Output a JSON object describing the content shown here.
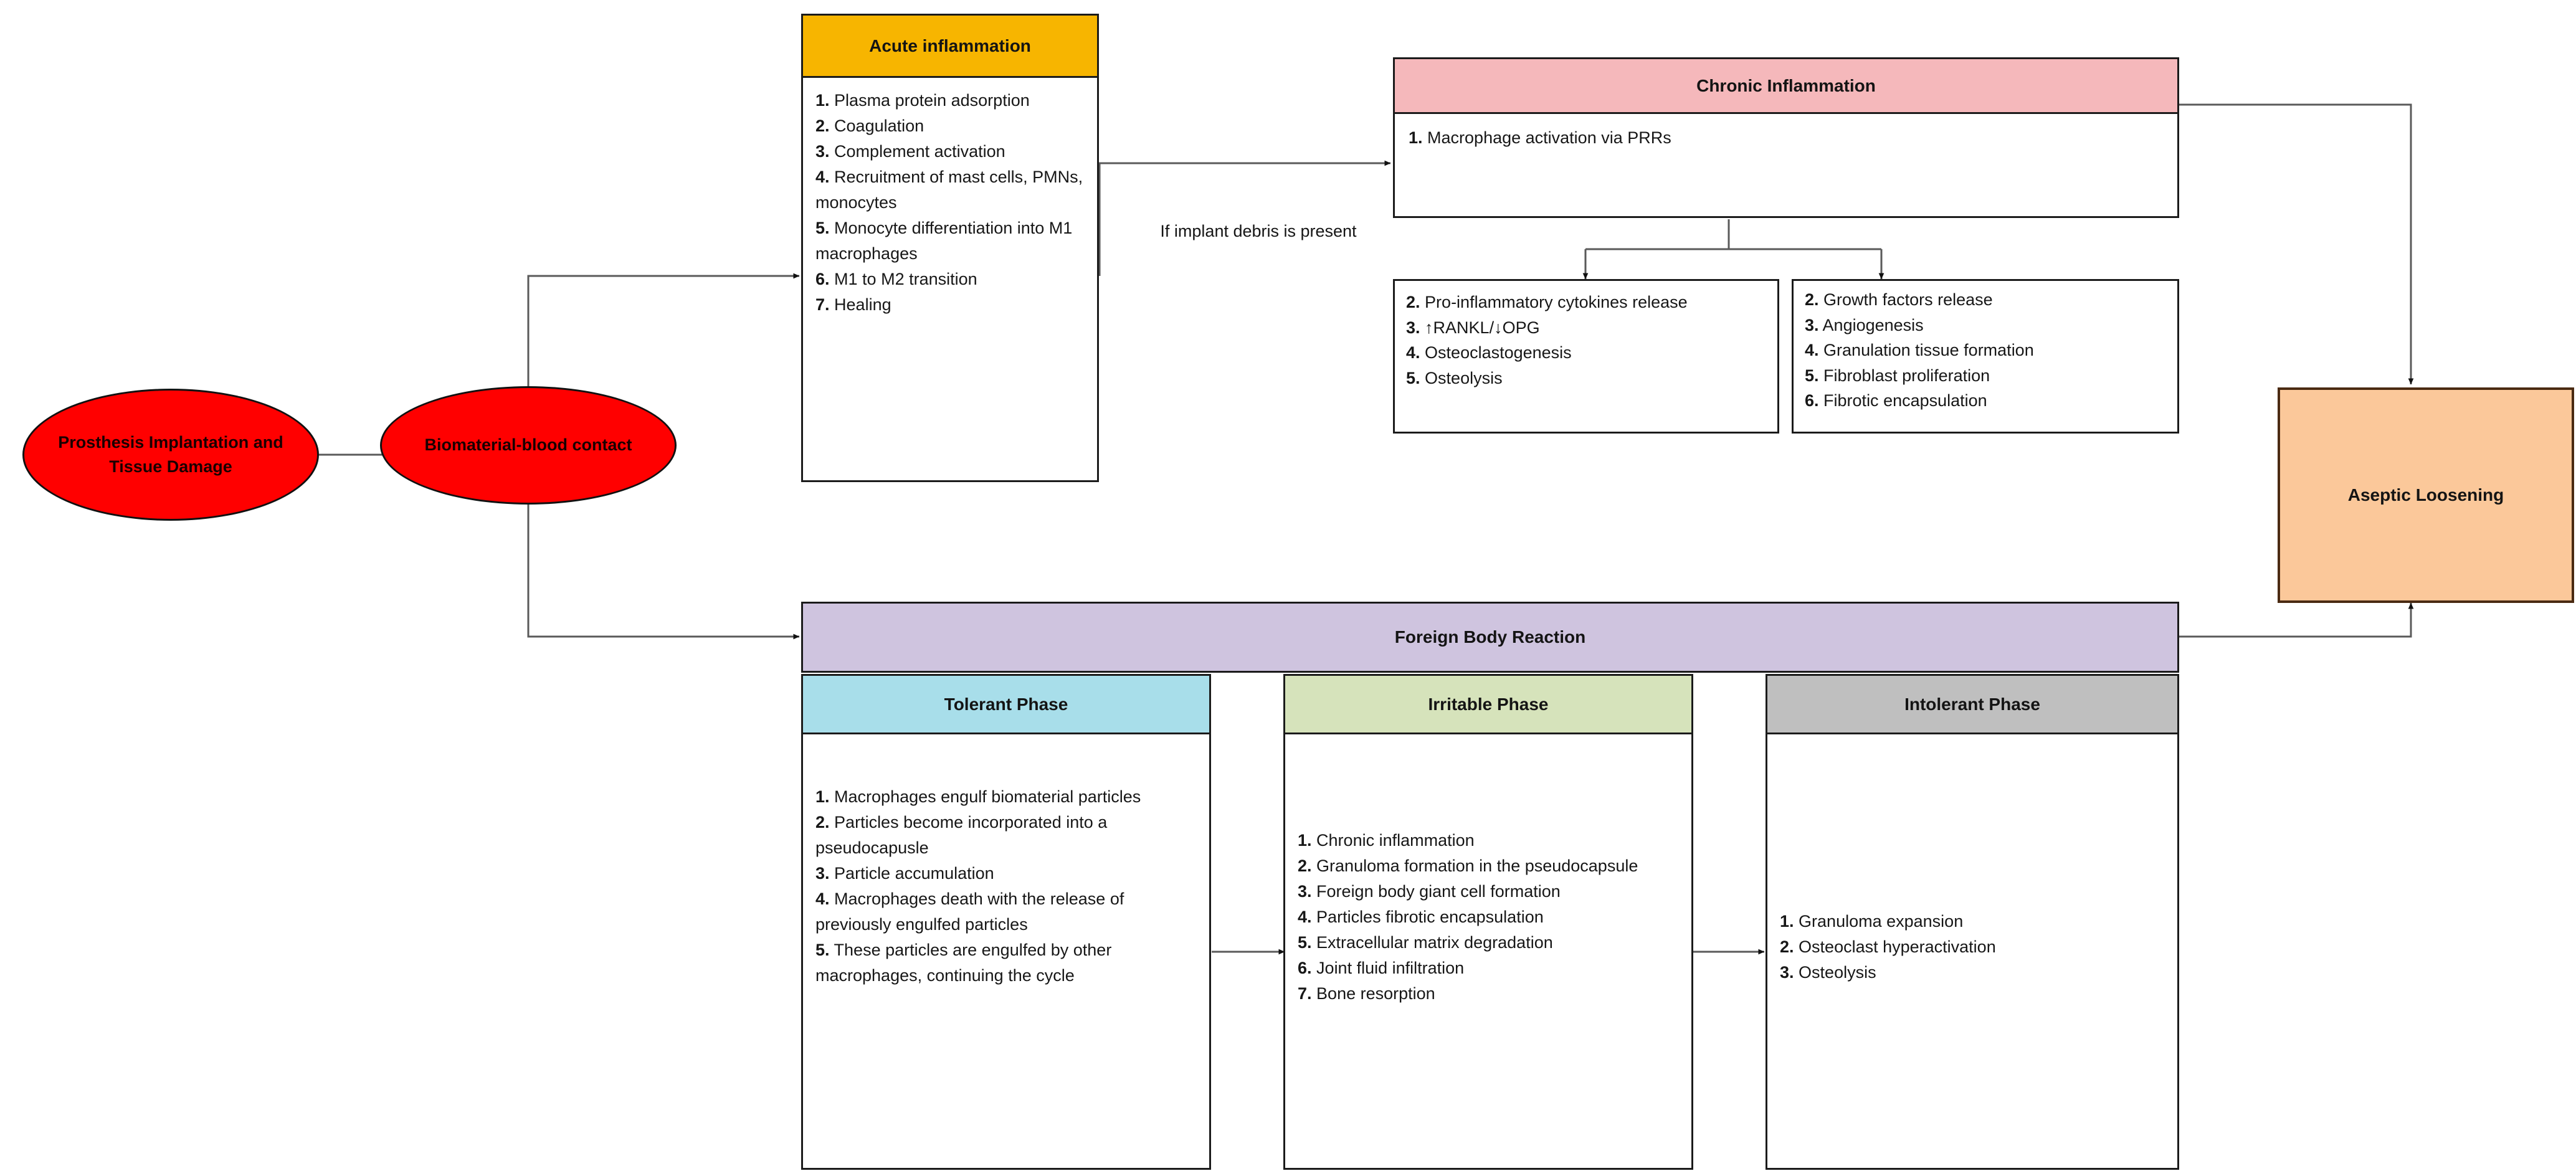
{
  "colors": {
    "ellipse_fill": "#FF0000",
    "acute_header": "#F7B500",
    "chronic_header": "#F5B8BB",
    "aseptic_fill": "#FBC89A",
    "fbr_header": "#CFC4DF",
    "tolerant_header": "#A8DEEA",
    "irritable_header": "#D6E3BB",
    "intolerant_header": "#BFBFBF",
    "border": "#1b1b1b",
    "connector": "#5a5a5a"
  },
  "nodes": {
    "prosthesis": {
      "label": "Prosthesis Implantation and Tissue Damage"
    },
    "biomaterial": {
      "label": "Biomaterial-blood contact"
    },
    "acute": {
      "title": "Acute inflammation",
      "items": [
        {
          "n": "1.",
          "text": "Plasma protein adsorption"
        },
        {
          "n": "2.",
          "text": "Coagulation"
        },
        {
          "n": "3.",
          "text": "Complement activation"
        },
        {
          "n": "4.",
          "text": "Recruitment of mast cells, PMNs, monocytes"
        },
        {
          "n": "5.",
          "text": "Monocyte differentiation into M1 macrophages"
        },
        {
          "n": "6.",
          "text": "M1 to M2 transition"
        },
        {
          "n": "7.",
          "text": "Healing"
        }
      ]
    },
    "chronic": {
      "title": "Chronic Inflammation",
      "items": [
        {
          "n": "1.",
          "text": "Macrophage activation via PRRs"
        }
      ]
    },
    "chronic_left": {
      "items": [
        {
          "n": "2.",
          "text": "Pro-inflammatory cytokines release"
        },
        {
          "n": "3.",
          "text": "↑RANKL/↓OPG"
        },
        {
          "n": "4.",
          "text": "Osteoclastogenesis"
        },
        {
          "n": "5.",
          "text": "Osteolysis"
        }
      ]
    },
    "chronic_right": {
      "items": [
        {
          "n": "2.",
          "text": "Growth factors release"
        },
        {
          "n": "3.",
          "text": "Angiogenesis"
        },
        {
          "n": "4.",
          "text": "Granulation tissue formation"
        },
        {
          "n": "5.",
          "text": "Fibroblast proliferation"
        },
        {
          "n": "6.",
          "text": "Fibrotic encapsulation"
        }
      ]
    },
    "aseptic": {
      "label": "Aseptic Loosening"
    },
    "fbr": {
      "title": "Foreign Body Reaction"
    },
    "tolerant": {
      "title": "Tolerant Phase",
      "items": [
        {
          "n": "1.",
          "text": "Macrophages engulf biomaterial particles"
        },
        {
          "n": "2.",
          "text": "Particles become incorporated into a pseudocapusle"
        },
        {
          "n": "3.",
          "text": "Particle accumulation"
        },
        {
          "n": "4.",
          "text": "Macrophages death with the release of previously engulfed particles"
        },
        {
          "n": "5.",
          "text": "These particles are engulfed by other macrophages, continuing the cycle"
        }
      ]
    },
    "irritable": {
      "title": "Irritable Phase",
      "items": [
        {
          "n": "1.",
          "text": "Chronic inflammation"
        },
        {
          "n": "2.",
          "text": "Granuloma formation in the pseudocapsule"
        },
        {
          "n": "3.",
          "text": "Foreign body giant cell formation"
        },
        {
          "n": "4.",
          "text": "Particles fibrotic encapsulation"
        },
        {
          "n": "5.",
          "text": "Extracellular matrix degradation"
        },
        {
          "n": "6.",
          "text": "Joint fluid infiltration"
        },
        {
          "n": "7.",
          "text": "Bone resorption"
        }
      ]
    },
    "intolerant": {
      "title": "Intolerant Phase",
      "items": [
        {
          "n": "1.",
          "text": "Granuloma expansion"
        },
        {
          "n": "2.",
          "text": "Osteoclast hyperactivation"
        },
        {
          "n": "3.",
          "text": "Osteolysis"
        }
      ]
    }
  },
  "edge_labels": {
    "implant_debris": "If implant debris is present"
  }
}
